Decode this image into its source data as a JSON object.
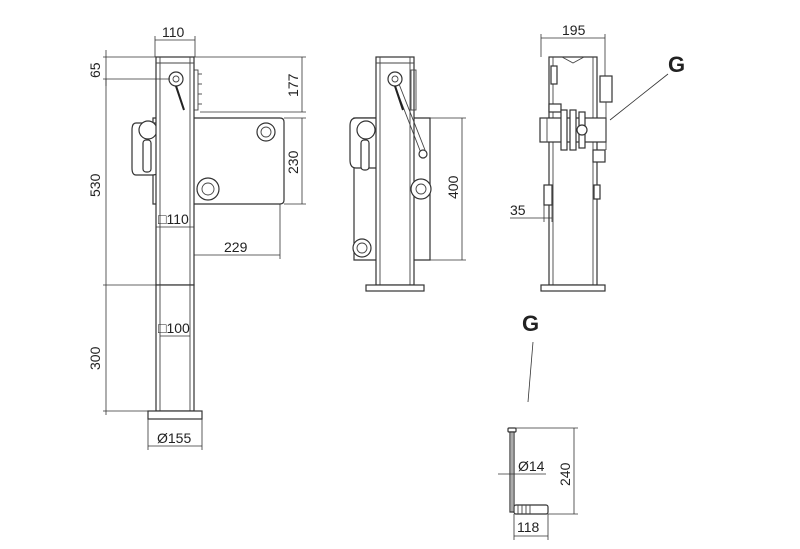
{
  "views": {
    "front": {
      "dims": {
        "top_width": "110",
        "top_offset": "65",
        "handle_height": "177",
        "height_530": "530",
        "plate_height": "230",
        "tube_square": "□110",
        "plate_offset": "229",
        "inner_square": "□100",
        "extension_300": "300",
        "foot_dia": "Ø155"
      }
    },
    "middle": {
      "dims": {
        "plate_400": "400"
      }
    },
    "side": {
      "dims": {
        "width_195": "195",
        "offset_35": "35"
      },
      "callout": "G"
    },
    "detail_g": {
      "title": "G",
      "dims": {
        "pin_dia": "Ø14",
        "length_240": "240",
        "width_118": "118"
      }
    }
  }
}
